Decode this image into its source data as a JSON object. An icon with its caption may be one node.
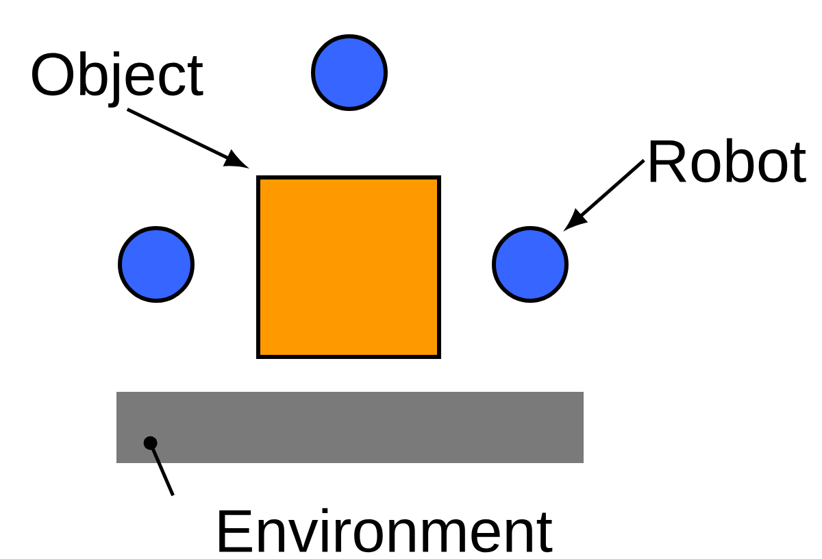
{
  "diagram": {
    "nodes": [
      {
        "text": [
          "Object"
        ]
      },
      {
        "text": [],
        "shape": "circle"
      },
      {
        "text": [
          "Robot"
        ]
      },
      {
        "text": [],
        "shape": "circle"
      },
      {
        "text": [],
        "shape": "box"
      },
      {
        "text": [],
        "shape": "circle"
      },
      {
        "text": [],
        "shape": "bar"
      },
      {
        "text": [
          "Environment"
        ]
      }
    ],
    "edges": [
      {
        "from": 0,
        "to": 4,
        "arrow": "to"
      },
      {
        "from": 2,
        "to": 5,
        "arrow": "to"
      },
      {
        "from": 7,
        "to": 6,
        "arrow": "other"
      }
    ]
  }
}
